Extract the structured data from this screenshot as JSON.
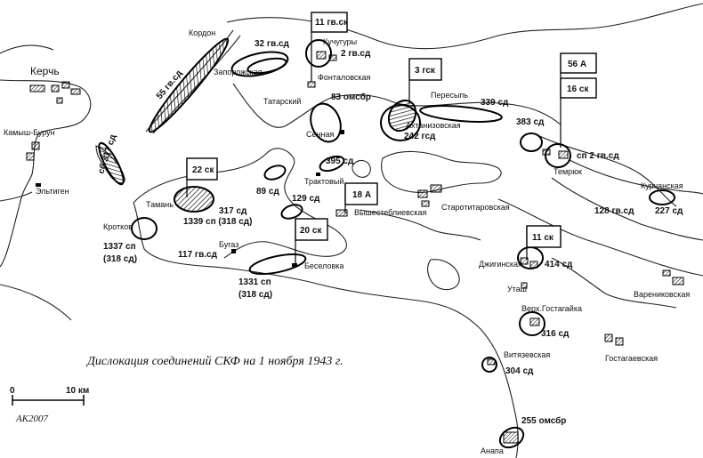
{
  "title": "Дислокация соединений СКФ на 1 ноября 1943 г.",
  "scale": {
    "zero": "0",
    "end": "10 км"
  },
  "signature": "АК2007",
  "cities": {
    "kerch": "Керчь",
    "kamysh_burun": "Камыш-Бурун",
    "eltigen": "Эльтиген",
    "temryuk": "Темрюк"
  },
  "places": {
    "kordon": "Кордон",
    "zaporozhskaya": "Запорожская",
    "kuchuguri": "Кучугуры",
    "fontalovskaya": "Фонталовская",
    "tatarsky": "Татарский",
    "sennaya": "Сенная",
    "peresyp": "Пересыпь",
    "akhtanizovskaya": "Ахтанизовская",
    "traktovy": "Трактовый",
    "taman": "Тамань",
    "vyshestebliyevskaya": "Вышестеблиевская",
    "starotitarovskaya": "Старотитаровская",
    "krotkov": "Кротков",
    "bugaz": "Бугаз",
    "beselovka": "Беселовка",
    "dzhiginskaya": "Джигинская",
    "utash": "Уташ",
    "kurchanskaya": "Курчанская",
    "varenikovskaya": "Варениковская",
    "verkh_gostagayka": "Верх.Гостагайка",
    "vityazevskaya": "Витязевская",
    "gostagaevskaya": "Гостагаевская",
    "anapa": "Анапа"
  },
  "units": {
    "u55gvsd": "55 гв.сд",
    "u32gvsd": "32 гв.сд",
    "u2gvsd": "2 гв.сд",
    "u83omsbr": "83 омсбр",
    "u339sd": "339 сд",
    "u383sd": "383 сд",
    "u242gsd": "242 гсд",
    "usb317sd": "сб 317 сд",
    "u395sd": "395 сд",
    "usp2gvsd": "сп 2 гв.сд",
    "u89sd": "89 сд",
    "u129sd": "129 сд",
    "u317sd": "317 сд",
    "u1339sp": "1339 сп (318 сд)",
    "u128gvsd": "128 гв.сд",
    "u227sd": "227 сд",
    "u1337sp_a": "1337 сп",
    "u1337sp_b": "(318 сд)",
    "u117gvsd": "117 гв.сд",
    "u1331sp_a": "1331 сп",
    "u1331sp_b": "(318 сд)",
    "u414sd": "414 сд",
    "u316sd": "316 сд",
    "u304sd": "304 сд",
    "u255omsbr": "255 омсбр"
  },
  "hq": {
    "h11gvsk": "11 гв.ск",
    "h3gsk": "3 гск",
    "h56a": "56 А",
    "h16sk": "16 ск",
    "h22sk": "22 ск",
    "h18a": "18 А",
    "h20sk": "20 ск",
    "h11sk": "11 ск"
  }
}
